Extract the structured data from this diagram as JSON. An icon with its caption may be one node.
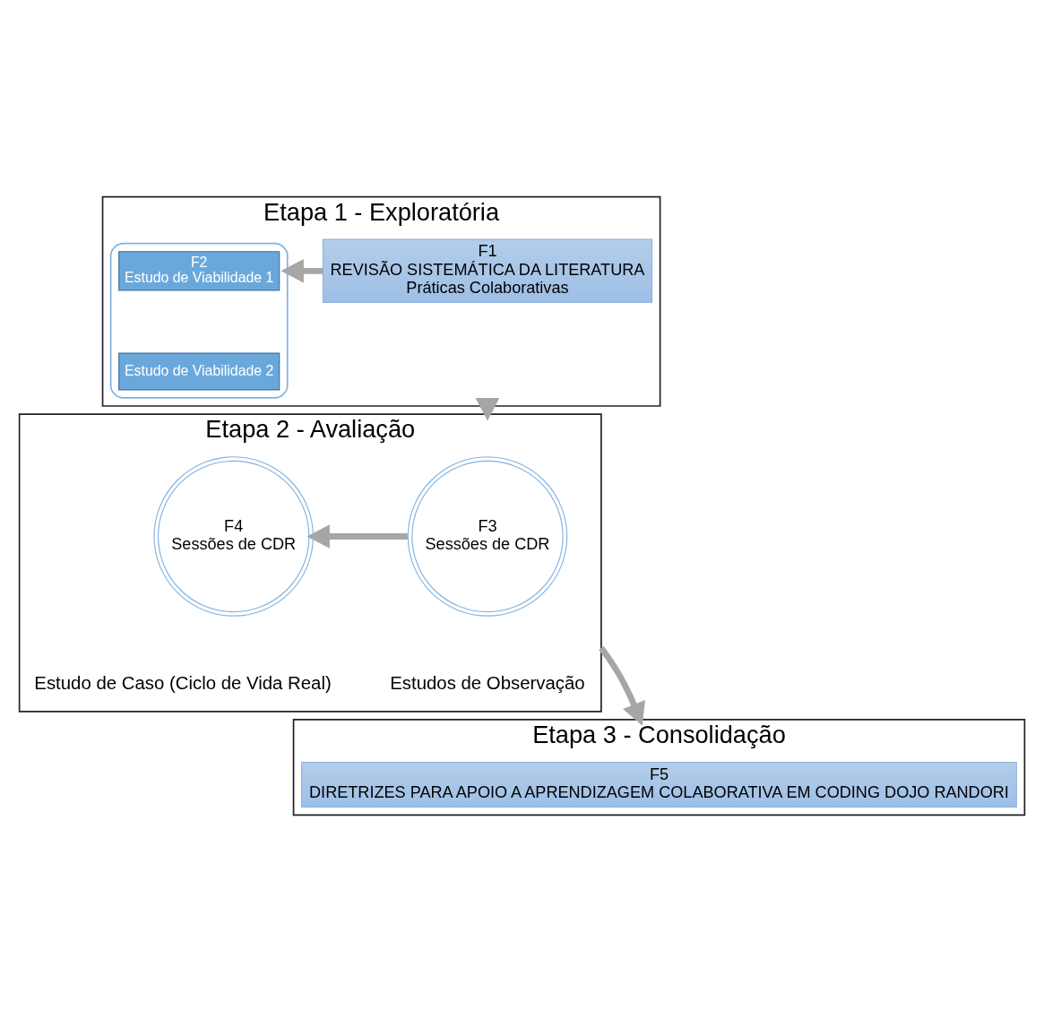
{
  "diagram": {
    "nodes": [
      {
        "text": [
          "Etapa 1 - Exploratória"
        ]
      },
      {
        "text": [
          "F1",
          "REVISÃO SISTEMÁTICA DA LITERATURA",
          "Práticas Colaborativas"
        ],
        "in": 0
      },
      {
        "text": [],
        "shape": "box",
        "in": 0
      },
      {
        "text": [
          "F2",
          "Estudo de Viabilidade 1"
        ],
        "in": 2
      },
      {
        "text": [
          "Estudo de Viabilidade 2"
        ],
        "in": 2
      },
      {
        "text": [
          "Etapa 2 - Avaliação"
        ]
      },
      {
        "text": [
          "F3",
          "Sessões de CDR"
        ],
        "beside": [
          "Estudos de Observação"
        ],
        "in": 5
      },
      {
        "text": [
          "F4",
          "Sessões de CDR"
        ],
        "beside": [
          "Estudo de Caso (Ciclo de Vida Real)"
        ],
        "in": 5
      },
      {
        "text": [
          "Etapa 3 - Consolidação"
        ]
      },
      {
        "text": [
          "F5",
          "DIRETRIZES PARA APOIO A APRENDIZAGEM COLABORATIVA EM CODING DOJO RANDORI"
        ],
        "in": 8
      }
    ],
    "edges": [
      {
        "from": 1,
        "to": 2,
        "arrow": "to"
      },
      {
        "from": 0,
        "to": 5,
        "arrow": "to"
      },
      {
        "from": 6,
        "to": 7,
        "arrow": "to"
      },
      {
        "from": 5,
        "to": 8,
        "arrow": "to"
      }
    ]
  }
}
